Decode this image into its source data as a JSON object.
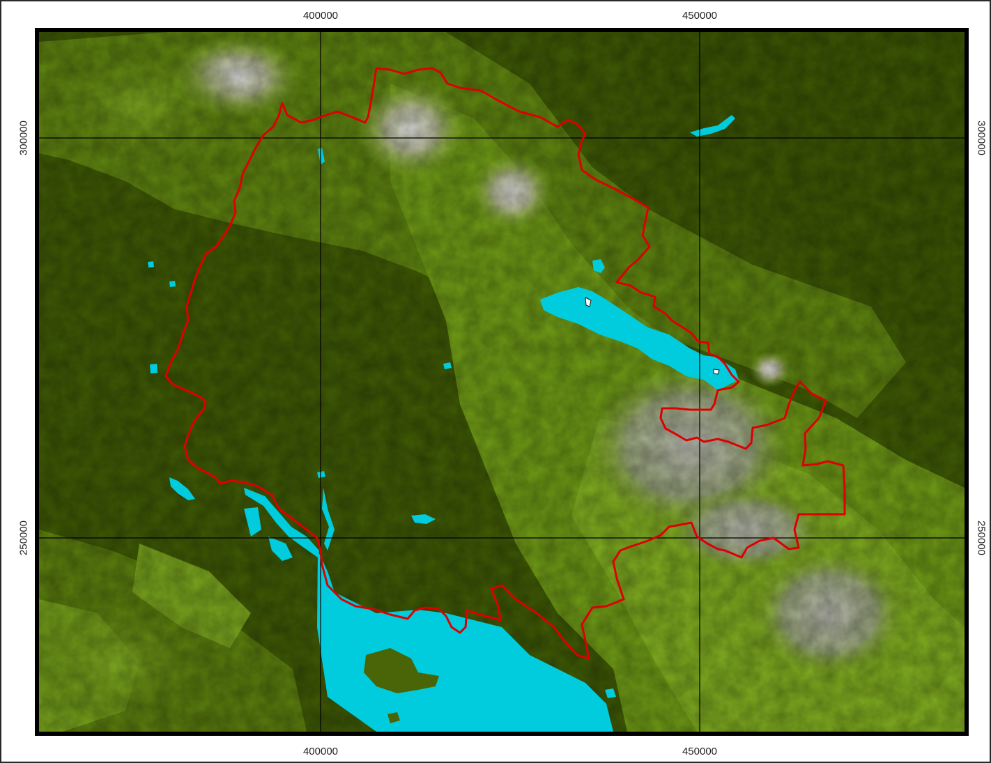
{
  "map": {
    "grid_x_labels": [
      "400000",
      "450000"
    ],
    "grid_y_labels": [
      "300000",
      "250000"
    ],
    "colors": {
      "lowland": "#3f5a05",
      "hills": "#6b9414",
      "highland": "#8fbd2a",
      "peaks": "#c8c8c8",
      "water": "#00ccdd",
      "boundary": "#dd0000",
      "gridline": "#000000"
    },
    "layers": [
      "shaded-relief",
      "water-bodies",
      "study-area-boundary",
      "graticule"
    ]
  }
}
